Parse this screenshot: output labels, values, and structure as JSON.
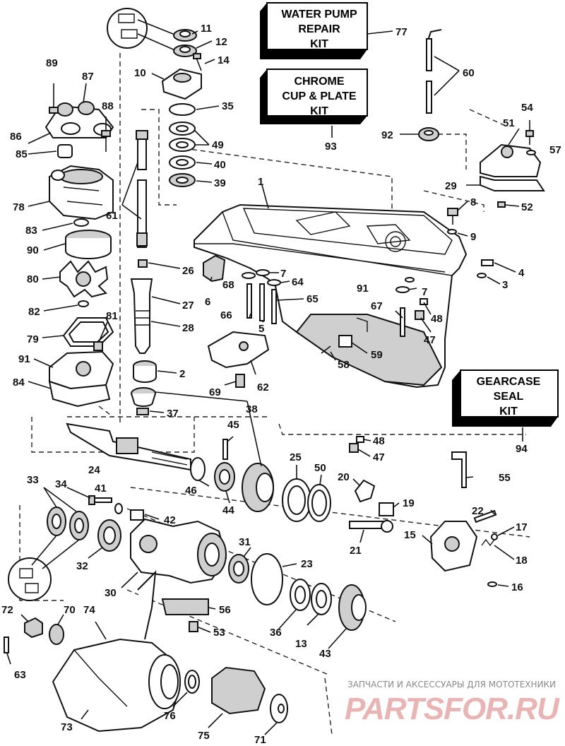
{
  "kits": [
    {
      "id": "water-pump",
      "lines": [
        "WATER PUMP",
        "REPAIR",
        "KIT"
      ]
    },
    {
      "id": "chrome-cup",
      "lines": [
        "CHROME",
        "CUP & PLATE",
        "KIT"
      ]
    },
    {
      "id": "gearcase-seal",
      "lines": [
        "GEARCASE",
        "SEAL",
        "KIT"
      ]
    }
  ],
  "callouts": {
    "c1": "1",
    "c2": "2",
    "c3": "3",
    "c4": "4",
    "c5": "5",
    "c6": "6",
    "c7a": "7",
    "c7b": "7",
    "c8": "8",
    "c9": "9",
    "c10": "10",
    "c11": "11",
    "c12": "12",
    "c13": "13",
    "c14": "14",
    "c15": "15",
    "c16": "16",
    "c17": "17",
    "c18": "18",
    "c19": "19",
    "c20": "20",
    "c21": "21",
    "c22": "22",
    "c23": "23",
    "c24": "24",
    "c25": "25",
    "c26": "26",
    "c27": "27",
    "c28": "28",
    "c29": "29",
    "c30": "30",
    "c31": "31",
    "c32": "32",
    "c33": "33",
    "c34": "34",
    "c35": "35",
    "c36": "36",
    "c37": "37",
    "c38": "38",
    "c39": "39",
    "c40": "40",
    "c41": "41",
    "c42": "42",
    "c43": "43",
    "c44": "44",
    "c45": "45",
    "c46": "46",
    "c47a": "47",
    "c47b": "47",
    "c48a": "48",
    "c48b": "48",
    "c49": "49",
    "c50": "50",
    "c51": "51",
    "c52": "52",
    "c53": "53",
    "c54": "54",
    "c55": "55",
    "c56": "56",
    "c57": "57",
    "c58": "58",
    "c59": "59",
    "c60": "60",
    "c61": "61",
    "c62": "62",
    "c63": "63",
    "c64": "64",
    "c65": "65",
    "c66": "66",
    "c67": "67",
    "c68": "68",
    "c69": "69",
    "c70": "70",
    "c71": "71",
    "c72": "72",
    "c73": "73",
    "c74": "74",
    "c75": "75",
    "c76": "76",
    "c77": "77",
    "c78": "78",
    "c79": "79",
    "c80": "80",
    "c81": "81",
    "c82": "82",
    "c83": "83",
    "c84": "84",
    "c85": "85",
    "c86": "86",
    "c87": "87",
    "c88": "88",
    "c89": "89",
    "c90": "90",
    "c91a": "91",
    "c91b": "91",
    "c92": "92",
    "c93": "93",
    "c94": "94"
  },
  "watermark": {
    "tagline": "ЗАПЧАСТИ И АКСЕССУАРЫ ДЛЯ МОТОТЕХНИКИ",
    "logo": "PARTSFOR.RU"
  },
  "colors": {
    "ink": "#111111",
    "watermark": "#e8b4b4",
    "kit_shadow": "#000000"
  }
}
